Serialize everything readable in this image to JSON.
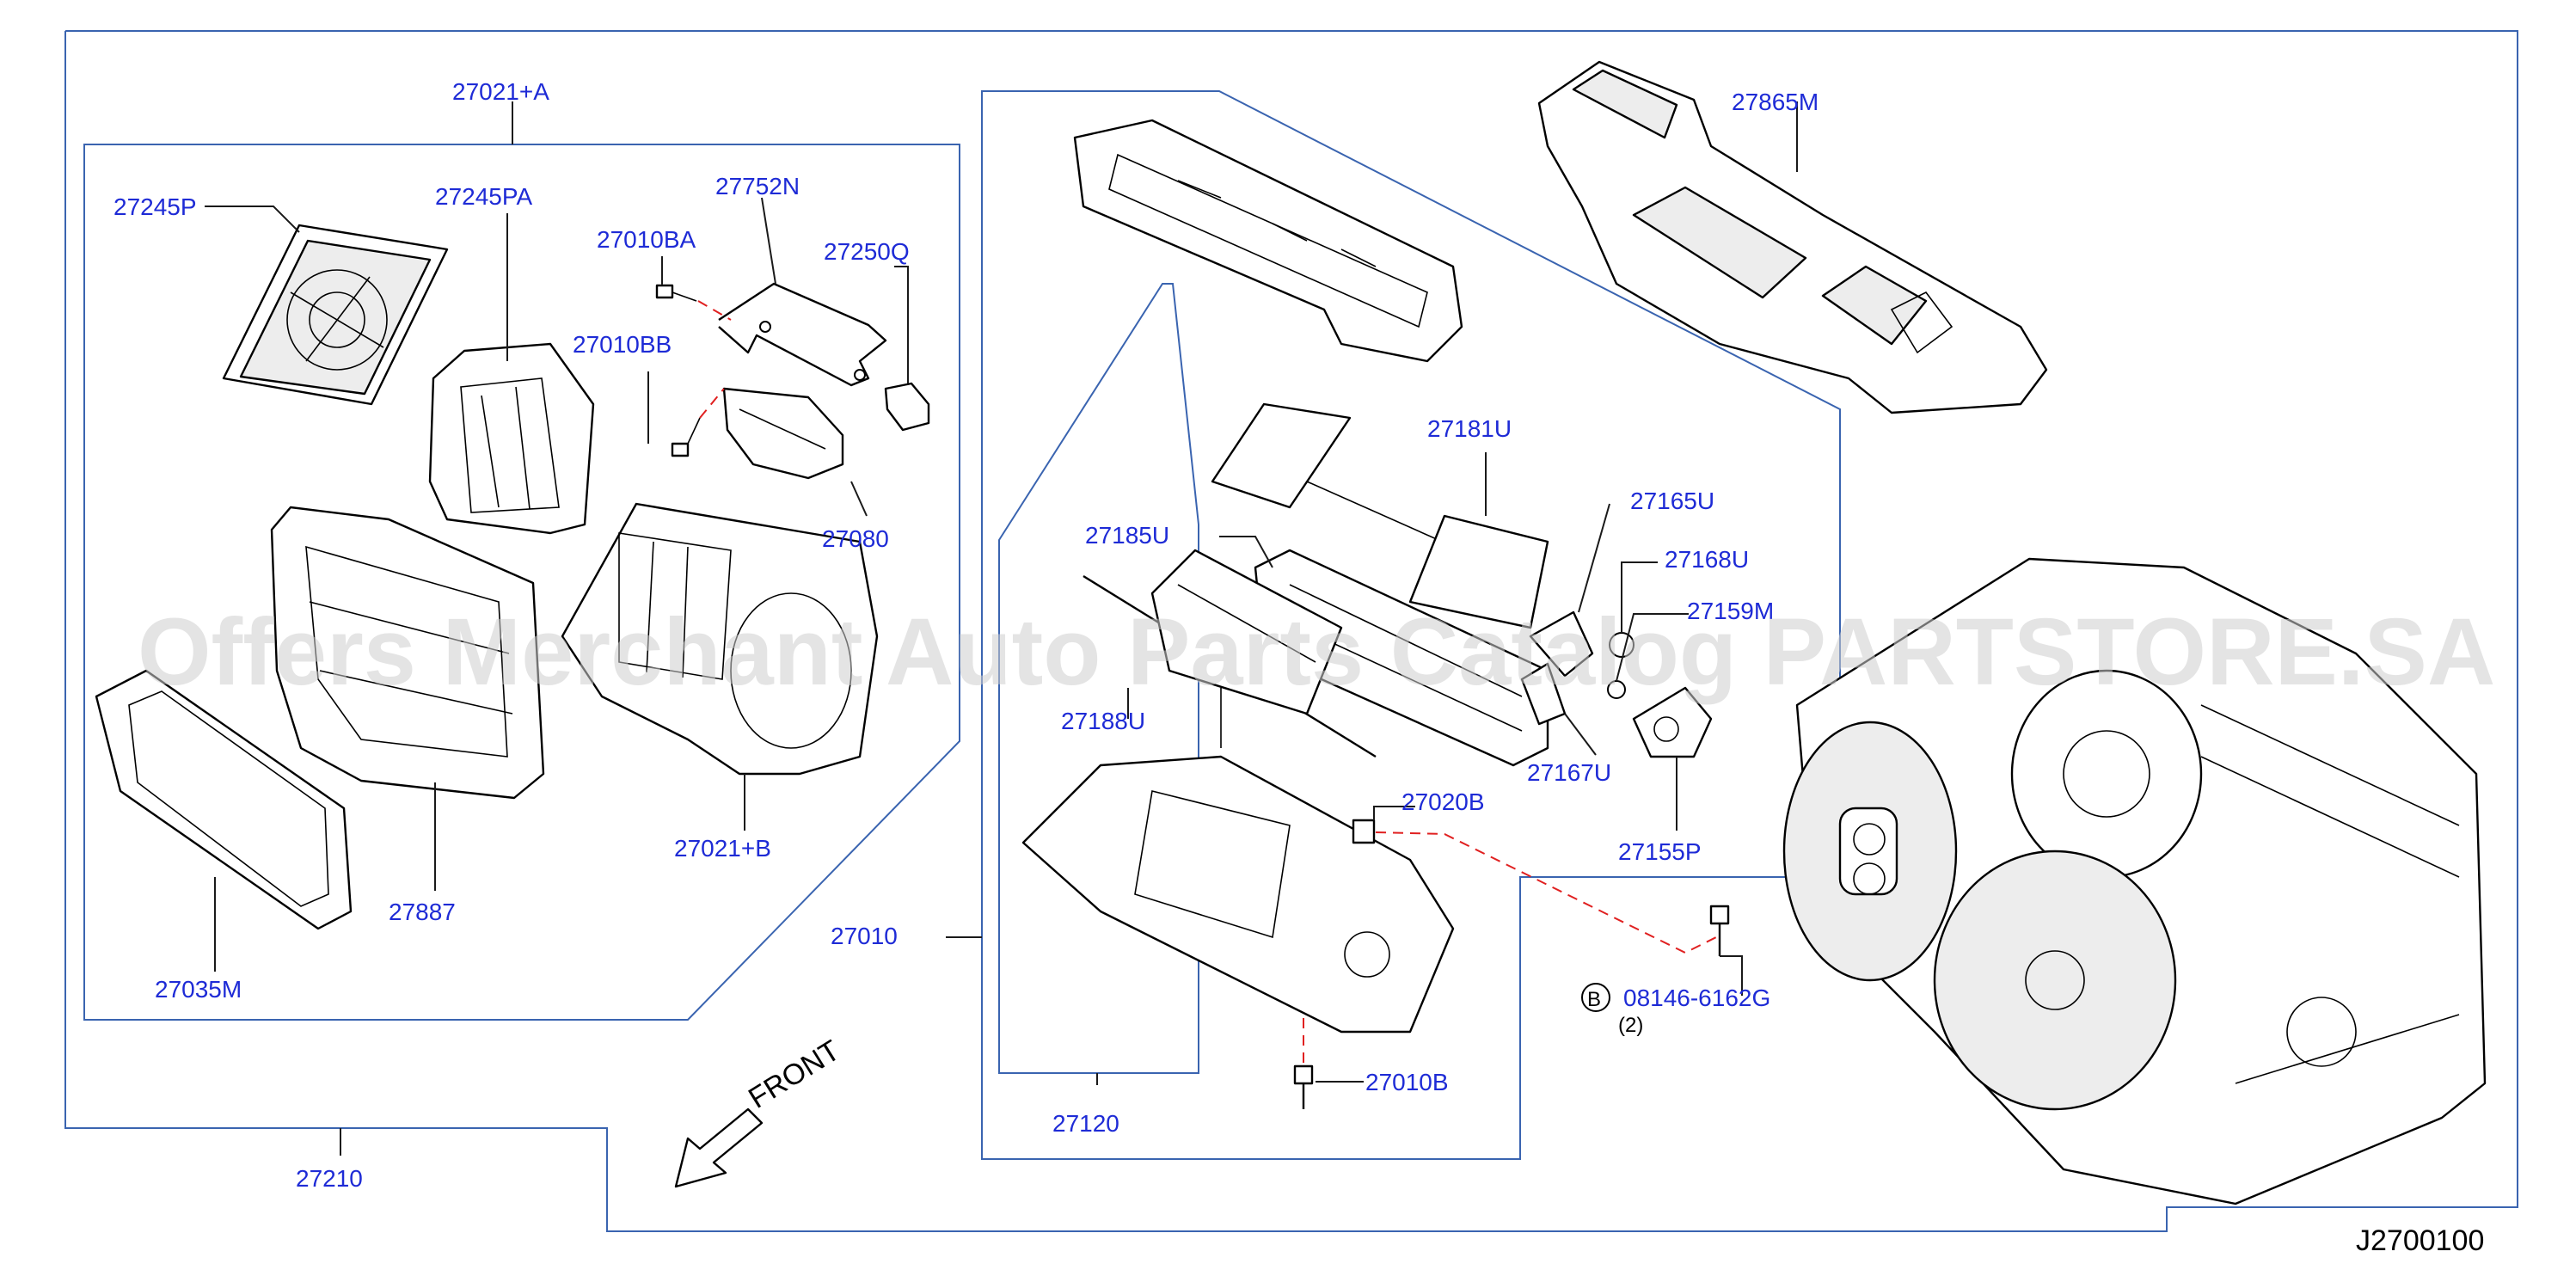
{
  "watermark": "Offers Merchant Auto Parts Catalog PARTSTORE.SA",
  "diagram_ref": "J2700100",
  "front_label": "FRONT",
  "bolt_symbol": "B",
  "bolt_qty": "(2)",
  "labels": {
    "p27021A": "27021+A",
    "p27245P": "27245P",
    "p27245PA": "27245PA",
    "p27010BA": "27010BA",
    "p27752N": "27752N",
    "p27250Q": "27250Q",
    "p27010BB": "27010BB",
    "p27080": "27080",
    "p27887": "27887",
    "p27035M": "27035M",
    "p27021B": "27021+B",
    "p27010": "27010",
    "p27210": "27210",
    "p27865M": "27865M",
    "p27181U": "27181U",
    "p27165U": "27165U",
    "p27185U": "27185U",
    "p27168U": "27168U",
    "p27159M": "27159M",
    "p27188U": "27188U",
    "p27167U": "27167U",
    "p27020B": "27020B",
    "p27155P": "27155P",
    "p27120": "27120",
    "p27010B": "27010B",
    "p08146": "08146-6162G"
  }
}
